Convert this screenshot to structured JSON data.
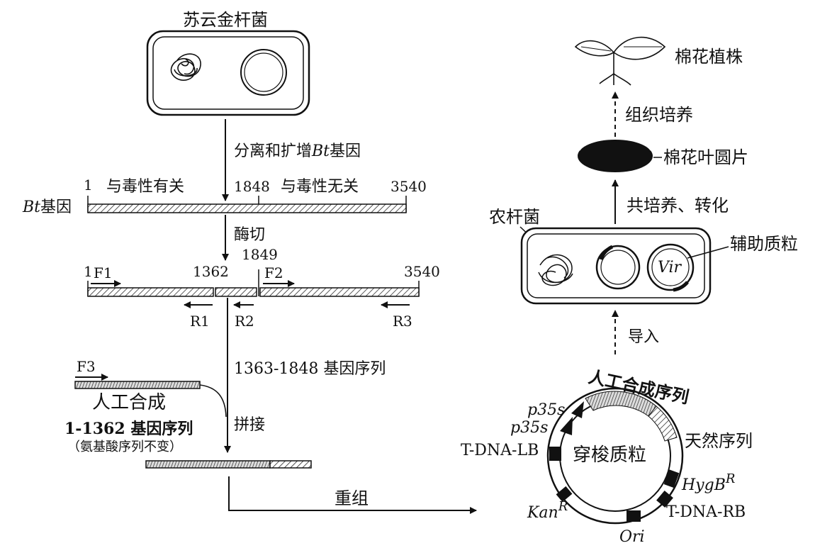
{
  "title_bacterium": "苏云金杆菌",
  "step_isolate": "分离和扩增",
  "bt_italic": "Bt",
  "step_isolate_suffix": "基因",
  "bt_gene_label_italic": "Bt",
  "bt_gene_label_suffix": "基因",
  "pos_1_top": "1",
  "toxic_related": "与毒性有关",
  "pos_1848": "1848",
  "toxic_unrelated": "与毒性无关",
  "pos_3540_top": "3540",
  "step_digest": "酶切",
  "pos_1849": "1849",
  "pos_1_mid": "1",
  "pos_1362": "1362",
  "pos_3540_mid": "3540",
  "primer_f1": "F1",
  "primer_f2": "F2",
  "primer_r1": "R1",
  "primer_r2": "R2",
  "primer_r3": "R3",
  "primer_f3": "F3",
  "seq_1363_1848": "1363-1848 基因序列",
  "artificial_1": "人工合成",
  "artificial_2": "1-1362 基因序列",
  "artificial_note": "（氨基酸序列不变）",
  "step_ligate": "拼接",
  "step_recombine": "重组",
  "plasmid_center": "穿梭质粒",
  "plasmid_artificial": "人工合成序列",
  "plasmid_natural": "天然序列",
  "p35s_1": "p35s",
  "p35s_2": "p35s",
  "tdna_lb": "T-DNA-LB",
  "tdna_rb": "T-DNA-RB",
  "hygb": "HygB",
  "hygb_sup": "R",
  "kan": "Kan",
  "kan_sup": "R",
  "ori": "Ori",
  "step_import": "导入",
  "agro": "农杆菌",
  "helper_plasmid": "辅助质粒",
  "vir": "Vir",
  "step_coculture": "共培养、转化",
  "leaf_disc": "棉花叶圆片",
  "step_tissue": "组织培养",
  "cotton_plant": "棉花植株"
}
